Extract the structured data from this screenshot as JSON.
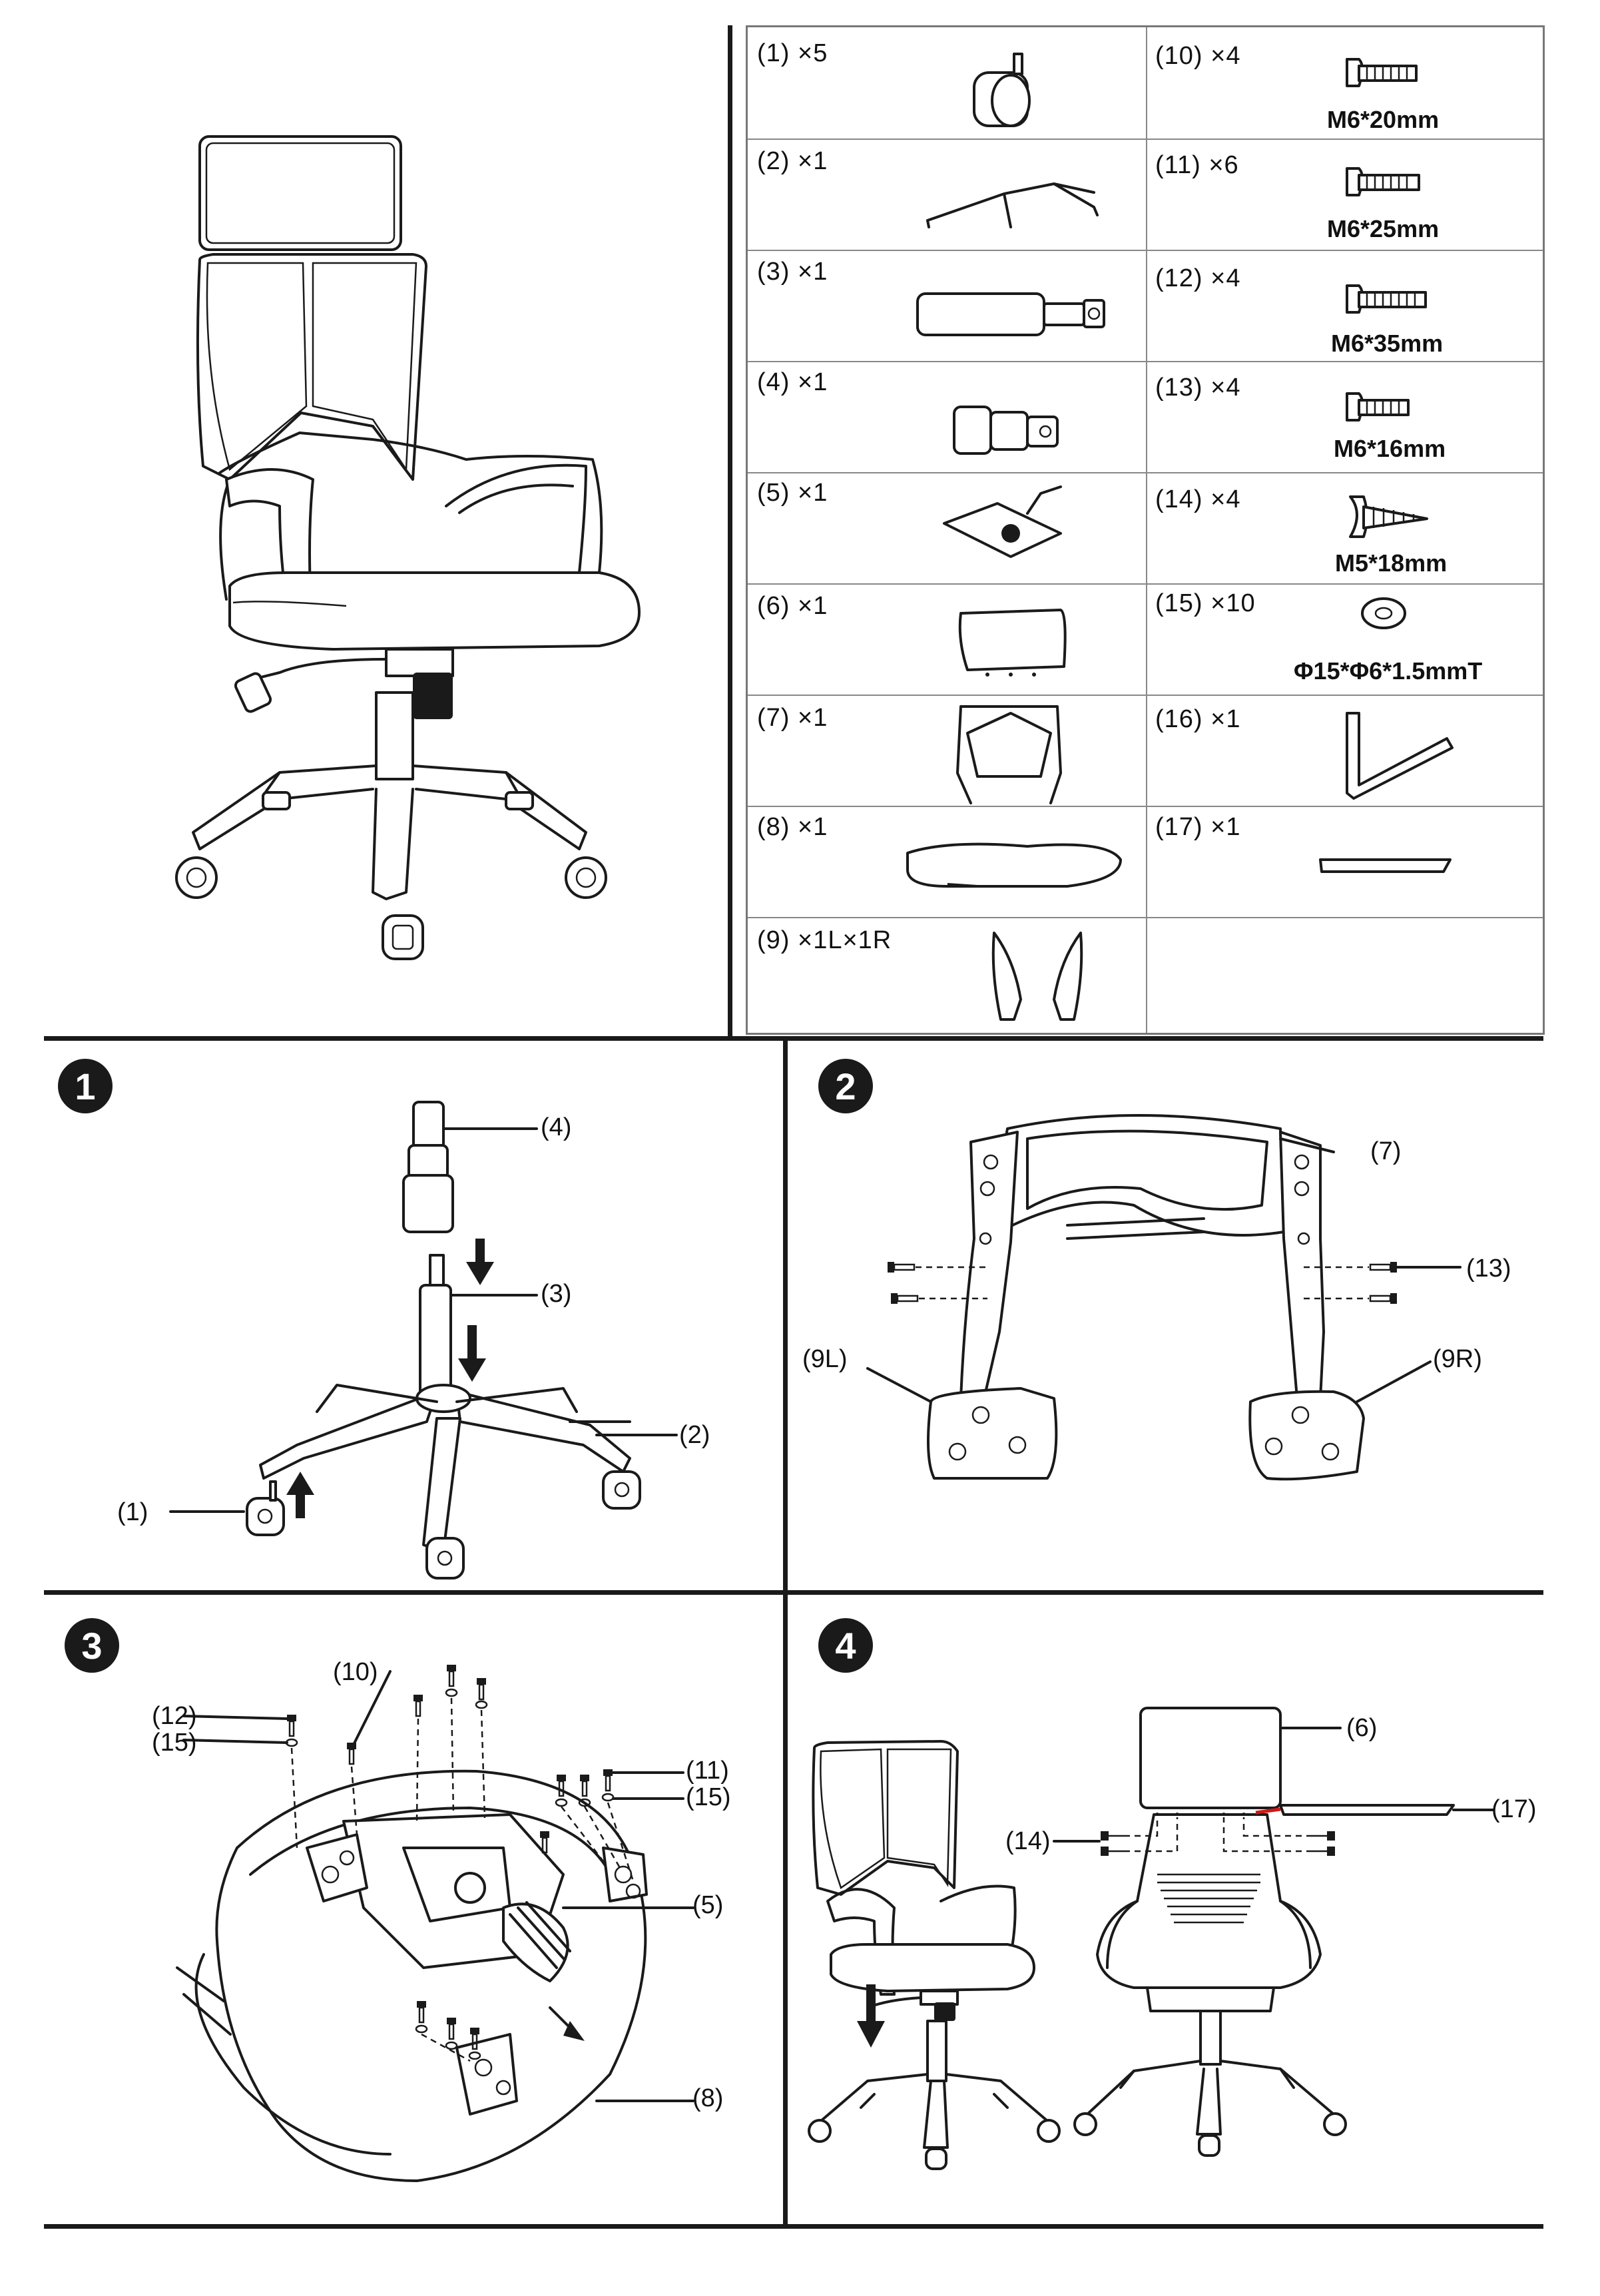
{
  "parts": [
    {
      "qty": "(1) ×5",
      "icon": "caster-wheel-icon"
    },
    {
      "qty": "(2) ×1",
      "icon": "star-base-icon"
    },
    {
      "qty": "(3) ×1",
      "icon": "gas-lift-icon"
    },
    {
      "qty": "(4) ×1",
      "icon": "lift-cover-icon"
    },
    {
      "qty": "(5) ×1",
      "icon": "mechanism-plate-icon"
    },
    {
      "qty": "(6) ×1",
      "icon": "headrest-icon"
    },
    {
      "qty": "(7) ×1",
      "icon": "backrest-frame-icon"
    },
    {
      "qty": "(8) ×1",
      "icon": "seat-cushion-icon"
    },
    {
      "qty": "(9) ×1L×1R",
      "icon": "armrest-pair-icon"
    },
    {
      "qty": "(10) ×4",
      "spec": "M6*20mm",
      "icon": "bolt-icon"
    },
    {
      "qty": "(11) ×6",
      "spec": "M6*25mm",
      "icon": "bolt-icon"
    },
    {
      "qty": "(12) ×4",
      "spec": "M6*35mm",
      "icon": "bolt-icon"
    },
    {
      "qty": "(13) ×4",
      "spec": "M6*16mm",
      "icon": "bolt-icon"
    },
    {
      "qty": "(14) ×4",
      "spec": "M5*18mm",
      "icon": "wood-screw-icon"
    },
    {
      "qty": "(15) ×10",
      "spec": "Φ15*Φ6*1.5mmT",
      "icon": "washer-icon"
    },
    {
      "qty": "(16) ×1",
      "icon": "allen-key-icon"
    },
    {
      "qty": "(17) ×1",
      "icon": "trim-strip-icon"
    }
  ],
  "steps": [
    {
      "number": "1",
      "callouts": [
        "(4)",
        "(3)",
        "(2)",
        "(1)"
      ]
    },
    {
      "number": "2",
      "callouts": [
        "(7)",
        "(13)",
        "(9L)",
        "(9R)"
      ]
    },
    {
      "number": "3",
      "callouts": [
        "(12)",
        "(15)",
        "(10)",
        "(11)",
        "(15)",
        "(5)",
        "(8)"
      ]
    },
    {
      "number": "4",
      "callouts": [
        "(6)",
        "(14)",
        "(17)"
      ]
    }
  ]
}
